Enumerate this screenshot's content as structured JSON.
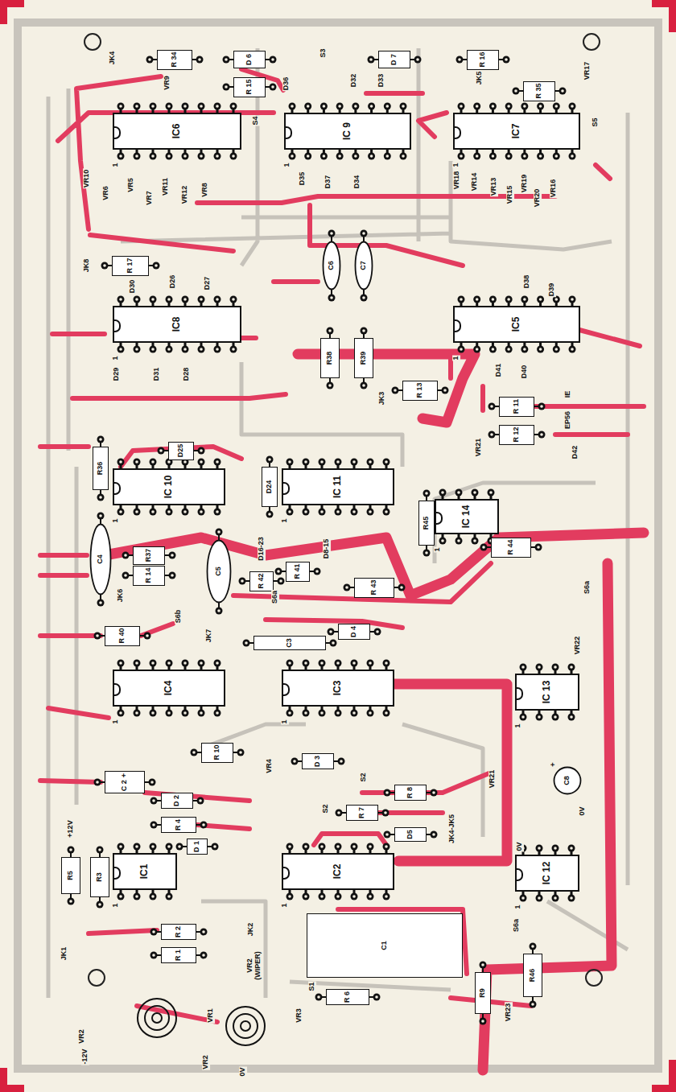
{
  "diagram": {
    "nodes": [
      {
        "text": [
          "R 34"
        ]
      },
      {
        "text": [
          "D 6"
        ]
      },
      {
        "text": [
          "D 7"
        ]
      },
      {
        "text": [
          "R 16"
        ]
      },
      {
        "text": [
          "R 15"
        ]
      },
      {
        "text": [
          "R 35"
        ]
      },
      {
        "text": [
          "IC6"
        ]
      },
      {
        "text": [
          "IC 9"
        ]
      },
      {
        "text": [
          "IC7"
        ]
      },
      {
        "text": [
          "R 17"
        ]
      },
      {
        "text": [
          "C6"
        ]
      },
      {
        "text": [
          "C7"
        ]
      },
      {
        "text": [
          "IC8"
        ]
      },
      {
        "text": [
          "IC5"
        ]
      },
      {
        "text": [
          "R38"
        ]
      },
      {
        "text": [
          "R39"
        ]
      },
      {
        "text": [
          "R 13"
        ]
      },
      {
        "text": [
          "R 11"
        ]
      },
      {
        "text": [
          "R 12"
        ]
      },
      {
        "text": [
          "R36"
        ]
      },
      {
        "text": [
          "D25"
        ]
      },
      {
        "text": [
          "D24"
        ]
      },
      {
        "text": [
          "IC 10"
        ]
      },
      {
        "text": [
          "IC 11"
        ]
      },
      {
        "text": [
          "R45"
        ]
      },
      {
        "text": [
          "IC 14"
        ]
      },
      {
        "text": [
          "C4"
        ]
      },
      {
        "text": [
          "R37"
        ]
      },
      {
        "text": [
          "R 14"
        ]
      },
      {
        "text": [
          "C5"
        ]
      },
      {
        "text": [
          "R 42"
        ]
      },
      {
        "text": [
          "R 41"
        ]
      },
      {
        "text": [
          "R 43"
        ]
      },
      {
        "text": [
          "R 44"
        ]
      },
      {
        "text": [
          "R 40"
        ]
      },
      {
        "text": [
          "C3"
        ]
      },
      {
        "text": [
          "D 4"
        ]
      },
      {
        "text": [
          "IC4"
        ]
      },
      {
        "text": [
          "IC3"
        ]
      },
      {
        "text": [
          "IC 13"
        ]
      },
      {
        "text": [
          "R 10"
        ]
      },
      {
        "text": [
          "D 3"
        ]
      },
      {
        "text": [
          "C8"
        ]
      },
      {
        "text": [
          "C 2",
          "+"
        ]
      },
      {
        "text": [
          "D 2"
        ]
      },
      {
        "text": [
          "R 8"
        ]
      },
      {
        "text": [
          "R 4"
        ]
      },
      {
        "text": [
          "R 7"
        ]
      },
      {
        "text": [
          "D 1"
        ]
      },
      {
        "text": [
          "D5"
        ]
      },
      {
        "text": [
          "R5"
        ]
      },
      {
        "text": [
          "R3"
        ]
      },
      {
        "text": [
          "IC1"
        ]
      },
      {
        "text": [
          "IC2"
        ]
      },
      {
        "text": [
          "IC 12"
        ]
      },
      {
        "text": [
          "R 2"
        ]
      },
      {
        "text": [
          "R 1"
        ]
      },
      {
        "text": [
          "C1"
        ]
      },
      {
        "text": [
          "R 6"
        ]
      },
      {
        "text": [
          "R46"
        ]
      },
      {
        "text": [
          "R9"
        ]
      }
    ],
    "labels": [
      "JK4",
      "VR9",
      "D36",
      "S3",
      "D32",
      "D33",
      "JK5",
      "VR17",
      "S4",
      "S5",
      "VR10",
      "VR6",
      "VR5",
      "VR7",
      "VR11",
      "VR12",
      "VR8",
      "D35",
      "D37",
      "D34",
      "VR18",
      "VR14",
      "VR13",
      "VR15",
      "VR19",
      "VR20",
      "VR16",
      "JK8",
      "D30",
      "D26",
      "D27",
      "D38",
      "D39",
      "D29",
      "D31",
      "D28",
      "D41",
      "D40",
      "JK3",
      "EP56",
      "IE",
      "D42",
      "VR21",
      "D16-23",
      "D8-15",
      "S6a",
      "JK6",
      "S6b",
      "JK7",
      "S6a",
      "VR22",
      "VR4",
      "S2",
      "S2",
      "JK4-JK5",
      "VR21",
      "+",
      "0V",
      "0V",
      "+12V",
      "JK2",
      "VR2 (WIPER)",
      "JK1",
      "S1",
      "S6a",
      "VR23",
      "VR2",
      "-12V",
      "VR2",
      "0V",
      "VR1",
      "VR3",
      "1",
      "1",
      "1",
      "1",
      "1",
      "1",
      "1",
      "1",
      "1",
      "1",
      "1",
      "1",
      "1",
      "1"
    ]
  }
}
